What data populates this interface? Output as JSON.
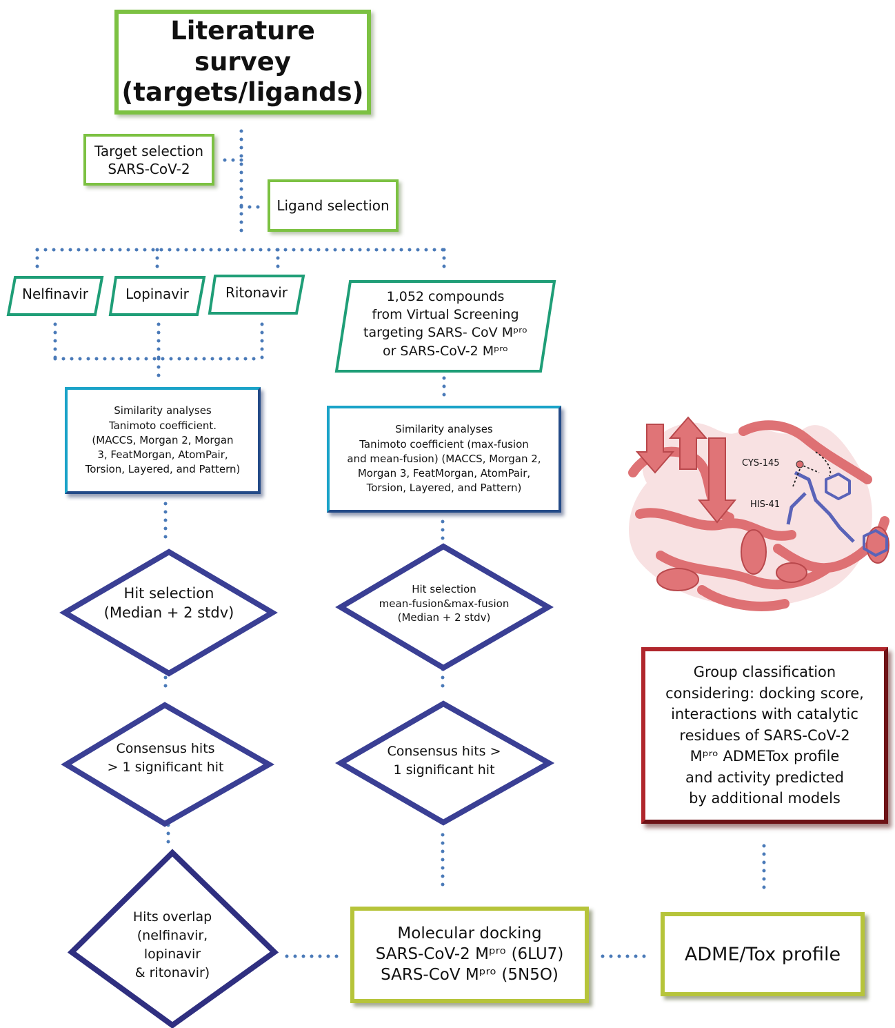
{
  "nodes": {
    "literature": "Literature survey\n(targets/ligands)",
    "target_selection": "Target selection\nSARS-CoV-2",
    "ligand_selection": "Ligand selection",
    "nelfinavir": "Nelfinavir",
    "lopinavir": "Lopinavir",
    "ritonavir": "Ritonavir",
    "compounds": "1,052 compounds\nfrom Virtual Screening\ntargeting SARS- CoV Mᵖʳᵒ\nor SARS-CoV-2 Mᵖʳᵒ",
    "similarity_left": "Similarity analyses\nTanimoto coefficient.\n(MACCS, Morgan 2, Morgan\n3, FeatMorgan, AtomPair,\nTorsion, Layered, and Pattern)",
    "similarity_right": "Similarity analyses\nTanimoto coefficient (max-fusion\nand mean-fusion) (MACCS, Morgan 2,\nMorgan 3, FeatMorgan, AtomPair,\nTorsion, Layered, and Pattern)",
    "hit_left": "Hit selection\n(Median + 2 stdv)",
    "hit_right": "Hit selection\nmean-fusion&max-fusion\n(Median + 2 stdv)",
    "consensus_left": "Consensus hits\n> 1 significant hit",
    "consensus_right": "Consensus hits >\n1 significant hit",
    "overlap": "Hits overlap\n(nelfinavir,\nlopinavir\n& ritonavir)",
    "docking": "Molecular docking\nSARS-CoV-2 Mᵖʳᵒ (6LU7)\nSARS-CoV Mᵖʳᵒ (5N5O)",
    "admetox": "ADME/Tox profile",
    "group_classification": "Group classification\nconsidering: docking score,\ninteractions with catalytic\nresidues of SARS-CoV-2\nMᵖʳᵒ ADMETox profile\nand activity predicted\nby additional models"
  },
  "protein_labels": {
    "cys": "CYS-145",
    "his": "HIS-41"
  },
  "colors": {
    "green": "#7cc142",
    "teal": "#1f9e77",
    "blue": "#1aa3c8",
    "navy": "#3a3f94",
    "olive": "#b6c43a",
    "dark_red": "#b0262c",
    "dots": "#4a7ab8",
    "protein": "#dd6b6e",
    "ligand": "#5a63b8"
  }
}
